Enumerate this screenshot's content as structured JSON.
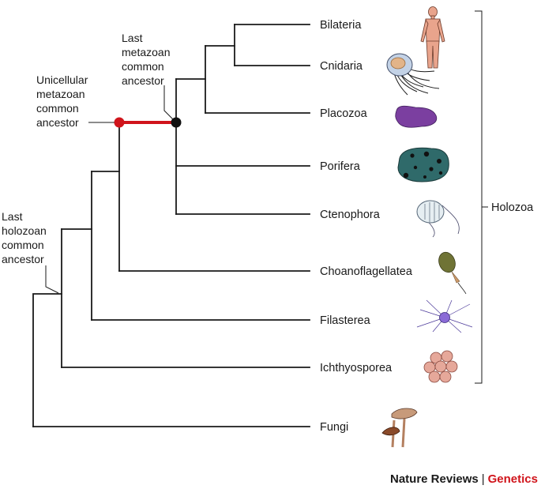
{
  "taxa": {
    "bilateria": "Bilateria",
    "cnidaria": "Cnidaria",
    "placozoa": "Placozoa",
    "porifera": "Porifera",
    "ctenophora": "Ctenophora",
    "choanoflagellatea": "Choanoflagellatea",
    "filasterea": "Filasterea",
    "ichthyosporea": "Ichthyosporea",
    "fungi": "Fungi"
  },
  "clade_label": "Holozoa",
  "annotations": {
    "last_metazoan_common_ancestor": [
      "Last",
      "metazoan",
      "common",
      "ancestor"
    ],
    "unicellular_metazoan_common_ancestor": [
      "Unicellular",
      "metazoan",
      "common",
      "ancestor"
    ],
    "last_holozoan_common_ancestor": [
      "Last",
      "holozoan",
      "common",
      "ancestor"
    ]
  },
  "credit": {
    "journal": "Nature Reviews",
    "section": "Genetics"
  },
  "colors": {
    "highlight_branch": "#d0141b",
    "metazoan_node": "#111111",
    "line": "#1a1a1a"
  }
}
